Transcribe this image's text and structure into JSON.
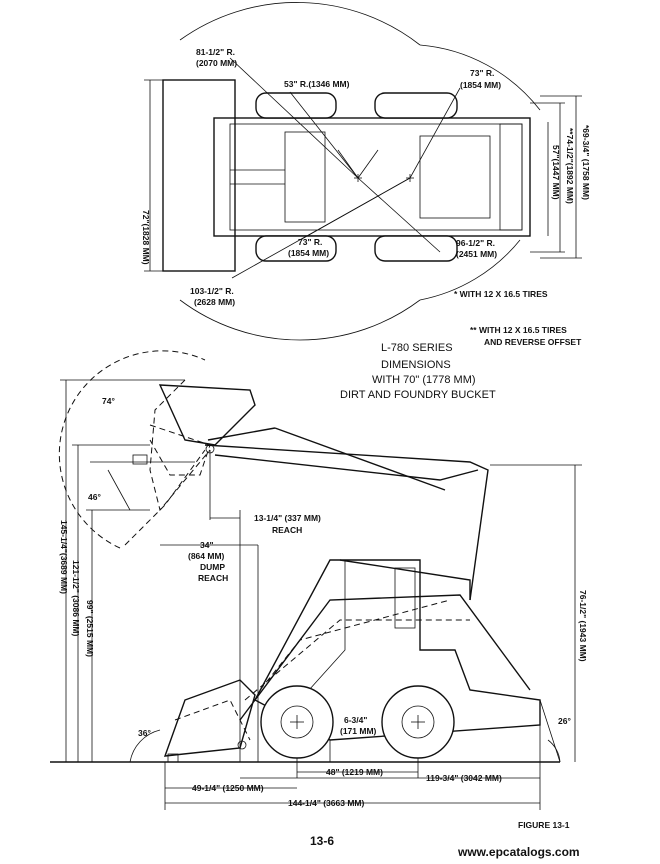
{
  "top_view": {
    "dims": {
      "r81": "81-1/2\" R.",
      "r81_mm": "(2070 MM)",
      "r53": "53\" R.(1346 MM)",
      "r73_top": "73\" R.",
      "r73_top_mm": "(1854 MM)",
      "w72": "72\"(1828 MM)",
      "w57": "57\"(1447 MM)",
      "w74": "**74-1/2\"(1892 MM)",
      "w69": "*69-3/4\" (1758 MM)",
      "r73_bot": "73\" R.",
      "r73_bot_mm": "(1854 MM)",
      "r96": "96-1/2\" R.",
      "r96_mm": "(2451 MM)",
      "r103": "103-1/2\" R.",
      "r103_mm": "(2628 MM)"
    },
    "notes": {
      "note1": "* WITH 12 X 16.5 TIRES",
      "note2": "** WITH 12 X 16.5 TIRES",
      "note3": "AND REVERSE OFFSET"
    }
  },
  "title": {
    "line1": "L-780 SERIES",
    "line2": "DIMENSIONS",
    "line3": "WITH 70\" (1778 MM)",
    "line4": "DIRT AND FOUNDRY BUCKET"
  },
  "side_view": {
    "dims": {
      "a74": "74°",
      "a46": "46°",
      "reach": "13-1/4\" (337 MM)",
      "reach_lbl": "REACH",
      "dump": "34\"",
      "dump_mm": "(864 MM)",
      "dump_lbl1": "DUMP",
      "dump_lbl2": "REACH",
      "h145": "145-1/4\"(3689 MM)",
      "h121": "121-1/2\" (3086 MM)",
      "h99": "99\" (2515 MM)",
      "h76": "76-1/2\" (1943 MM)",
      "a36": "36°",
      "a26": "26°",
      "clr": "6-3/4\"",
      "clr_mm": "(171 MM)",
      "wb": "48\" (1219 MM)",
      "l119": "119-3/4\" (3042 MM)",
      "l49": "49-1/4\" (1250 MM)",
      "l144": "144-1/4\" (3663 MM)"
    }
  },
  "figure": "FIGURE 13-1",
  "page": "13-6",
  "watermark": "www.epcatalogs.com"
}
